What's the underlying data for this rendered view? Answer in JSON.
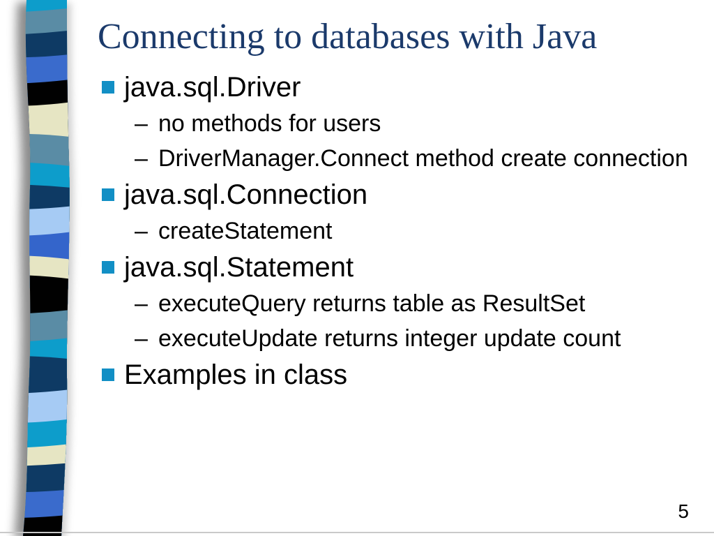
{
  "slide": {
    "title": "Connecting to databases with Java",
    "page_number": "5",
    "dash_glyph": "–",
    "bullets": [
      {
        "level": 1,
        "text": "java.sql.Driver"
      },
      {
        "level": 2,
        "text": "no methods for users"
      },
      {
        "level": 2,
        "text": "DriverManager.Connect method create connection"
      },
      {
        "level": 1,
        "text": "java.sql.Connection"
      },
      {
        "level": 2,
        "text": "createStatement"
      },
      {
        "level": 1,
        "text": "java.sql.Statement"
      },
      {
        "level": 2,
        "text": "executeQuery returns table as ResultSet"
      },
      {
        "level": 2,
        "text": "executeUpdate returns integer update count"
      },
      {
        "level": 1,
        "text": "Examples in class"
      }
    ],
    "colors": {
      "background": "#FFFFFF",
      "title": "#1B3A6B",
      "body_text": "#000000",
      "bullet_square": "#128FC5",
      "bottom_rule": "#C9C9C9"
    },
    "icons": {
      "level1_bullet": "square-bullet-icon",
      "level2_bullet": "dash-bullet-icon"
    }
  },
  "ribbon": {
    "shadow_color": "#5E5E5E",
    "stripes": [
      {
        "color": "#0D9DCB",
        "l": 0,
        "r": 0,
        "b": 0
      },
      {
        "color": "#5A8CA5",
        "l": 18,
        "r": 8,
        "b": 4
      },
      {
        "color": "#0E3A64",
        "l": 50,
        "r": 40,
        "b": 4
      },
      {
        "color": "#3A6BCC",
        "l": 82,
        "r": 74,
        "b": 6
      },
      {
        "color": "#010101",
        "l": 120,
        "r": 110,
        "b": 5
      },
      {
        "color": "#E6E5C3",
        "l": 152,
        "r": 142,
        "b": 6
      },
      {
        "color": "#5A8CA5",
        "l": 192,
        "r": 200,
        "b": -6
      },
      {
        "color": "#0D9DCB",
        "l": 232,
        "r": 242,
        "b": -5
      },
      {
        "color": "#0E3A64",
        "l": 264,
        "r": 272,
        "b": -4
      },
      {
        "color": "#A6CBF4",
        "l": 300,
        "r": 292,
        "b": 5
      },
      {
        "color": "#3465CB",
        "l": 338,
        "r": 328,
        "b": 6
      },
      {
        "color": "#E6E5C3",
        "l": 366,
        "r": 376,
        "b": -6
      },
      {
        "color": "#010101",
        "l": 394,
        "r": 404,
        "b": -6
      },
      {
        "color": "#5A8CA5",
        "l": 450,
        "r": 440,
        "b": 5
      },
      {
        "color": "#0D9DCB",
        "l": 490,
        "r": 480,
        "b": 5
      },
      {
        "color": "#0E3A64",
        "l": 510,
        "r": 518,
        "b": -5
      },
      {
        "color": "#A6CBF4",
        "l": 564,
        "r": 554,
        "b": 5
      },
      {
        "color": "#0D9DCB",
        "l": 606,
        "r": 596,
        "b": 6
      },
      {
        "color": "#E6E5C3",
        "l": 642,
        "r": 632,
        "b": 5
      },
      {
        "color": "#0E3A64",
        "l": 668,
        "r": 660,
        "b": 4
      },
      {
        "color": "#3A6BCC",
        "l": 705,
        "r": 698,
        "b": 5
      },
      {
        "color": "#010101",
        "l": 742,
        "r": 734,
        "b": 5
      }
    ]
  }
}
